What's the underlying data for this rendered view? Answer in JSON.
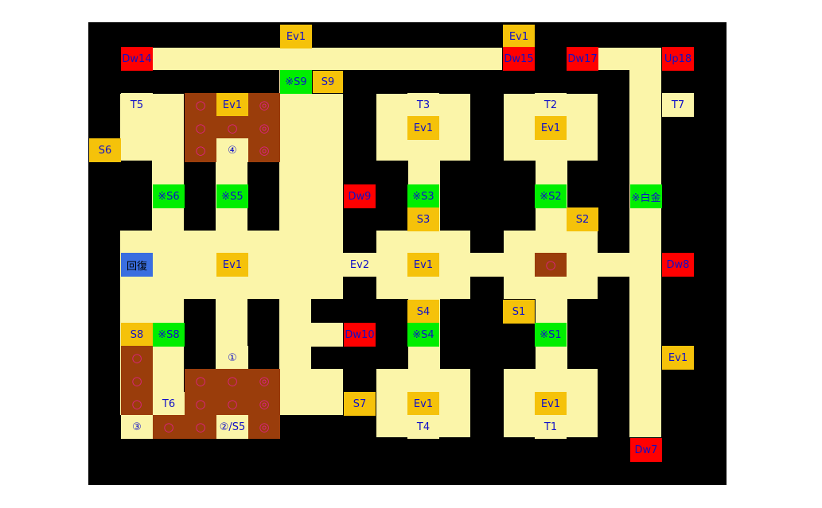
{
  "map": {
    "labels": {
      "ev1": "Ev1",
      "ev2": "Ev2",
      "dw14": "Dw14",
      "dw15": "Dw15",
      "dw17": "Dw17",
      "up18": "Up18",
      "dw9": "Dw9",
      "dw8": "Dw8",
      "dw10": "Dw10",
      "dw7": "Dw7",
      "t1": "T1",
      "t2": "T2",
      "t3": "T3",
      "t4": "T4",
      "t5": "T5",
      "t6": "T6",
      "t7": "T7",
      "s1": "S1",
      "s2": "S2",
      "s3": "S3",
      "s4": "S4",
      "s6": "S6",
      "s7": "S7",
      "s8": "S8",
      "s9": "S9",
      "xs1": "※S1",
      "xs2": "※S2",
      "xs3": "※S3",
      "xs4": "※S4",
      "xs5": "※S5",
      "xs6": "※S6",
      "xs8": "※S8",
      "xs9": "※S9",
      "platinum": "※白金",
      "recovery": "回復",
      "circle": "○",
      "double_circle": "◎",
      "n1": "①",
      "n3": "③",
      "n4": "④",
      "n2s5": "②/S5"
    },
    "colors": {
      "background": "#000000",
      "floor": "#fbf5a9",
      "event": "#f5c20a",
      "stairs": "#ff0000",
      "switch": "#00ee00",
      "damage": "#9a3d0b",
      "heal": "#3a6ee0",
      "text": "#1010c8",
      "marker": "#e0208a"
    }
  }
}
